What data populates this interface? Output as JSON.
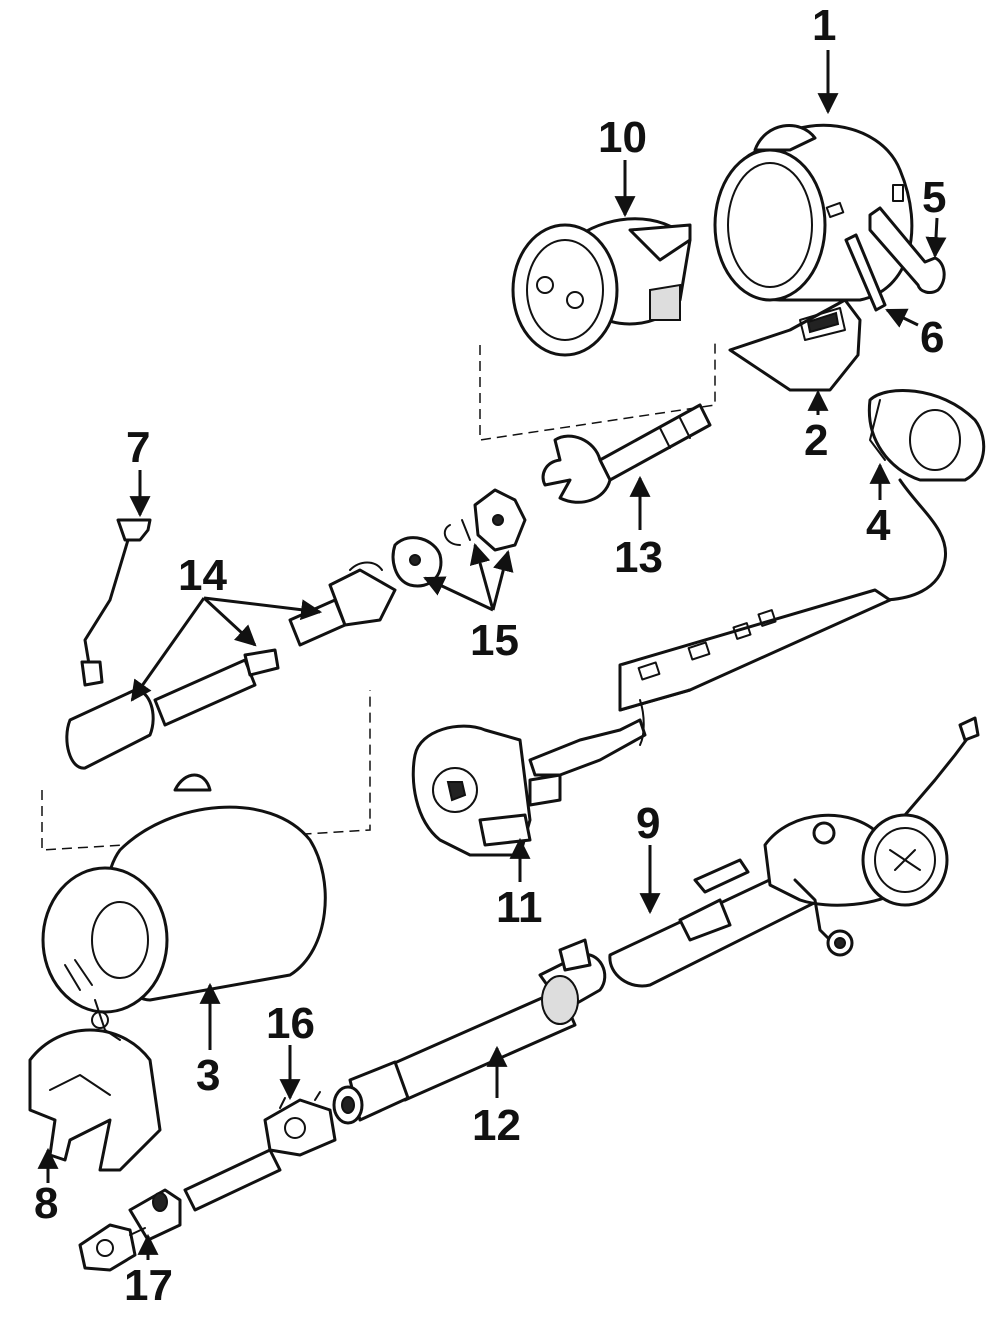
{
  "diagram": {
    "parts": [
      {
        "id": "1",
        "label": "1"
      },
      {
        "id": "2",
        "label": "2"
      },
      {
        "id": "3",
        "label": "3"
      },
      {
        "id": "4",
        "label": "4"
      },
      {
        "id": "5",
        "label": "5"
      },
      {
        "id": "6",
        "label": "6"
      },
      {
        "id": "7",
        "label": "7"
      },
      {
        "id": "8",
        "label": "8"
      },
      {
        "id": "9",
        "label": "9"
      },
      {
        "id": "10",
        "label": "10"
      },
      {
        "id": "11",
        "label": "11"
      },
      {
        "id": "12",
        "label": "12"
      },
      {
        "id": "13",
        "label": "13"
      },
      {
        "id": "14",
        "label": "14"
      },
      {
        "id": "15",
        "label": "15"
      },
      {
        "id": "16",
        "label": "16"
      },
      {
        "id": "17",
        "label": "17"
      }
    ]
  }
}
